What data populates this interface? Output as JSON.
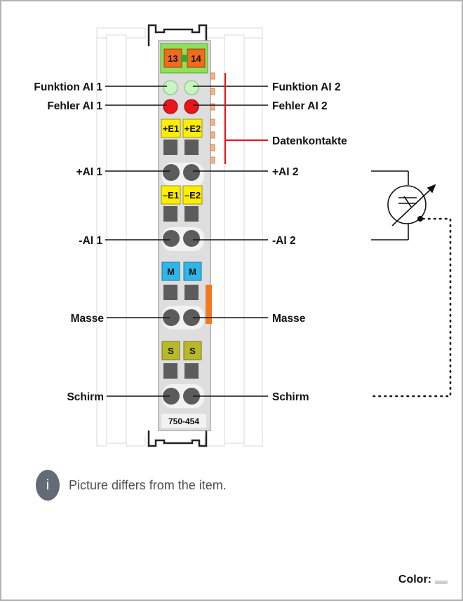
{
  "module": {
    "terminal_top": [
      "13",
      "14"
    ],
    "terminal_e1": "+E1",
    "terminal_e2": "+E2",
    "terminal_minus_e1": "–E1",
    "terminal_minus_e2": "–E2",
    "terminal_m": "M",
    "terminal_s": "S",
    "model_number": "750-454"
  },
  "labels_left": {
    "funktion": "Funktion AI 1",
    "fehler": "Fehler AI 1",
    "plus_ai": "+AI 1",
    "minus_ai": "-AI 1",
    "masse": "Masse",
    "schirm": "Schirm"
  },
  "labels_right": {
    "funktion": "Funktion AI 2",
    "fehler": "Fehler AI 2",
    "datenkontakte": "Datenkontakte",
    "plus_ai": "+AI 2",
    "minus_ai": "-AI 2",
    "masse": "Masse",
    "schirm": "Schirm"
  },
  "colors": {
    "orange": "#f26a1b",
    "green_top": "#8ee05a",
    "led_green": "#c8f5c0",
    "led_red": "#e8161b",
    "yellow": "#ffee00",
    "blue": "#2fb5e8",
    "olive": "#b8b82a",
    "red_line": "#e8161b"
  },
  "note": {
    "icon": "info-icon",
    "icon_glyph": "i",
    "text": "Picture differs from the item."
  },
  "footer": {
    "color_label": "Color:"
  }
}
